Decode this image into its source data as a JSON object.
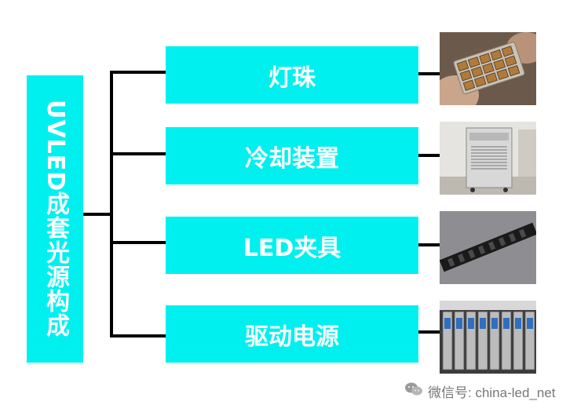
{
  "root": {
    "label": "UVLED成套光源构成"
  },
  "components": [
    {
      "label": "灯珠",
      "photo_icon": "uv-led-chip-array-icon"
    },
    {
      "label": "冷却装置",
      "photo_icon": "cooling-unit-icon"
    },
    {
      "label": "LED夹具",
      "photo_icon": "led-fixture-icon"
    },
    {
      "label": "驱动电源",
      "photo_icon": "power-supply-icon"
    }
  ],
  "watermark": {
    "icon": "wechat-icon",
    "text": "微信号: china-led_net"
  },
  "colors": {
    "box": "#00F0F0",
    "text": "#FFFFFF",
    "connector": "#000000"
  }
}
